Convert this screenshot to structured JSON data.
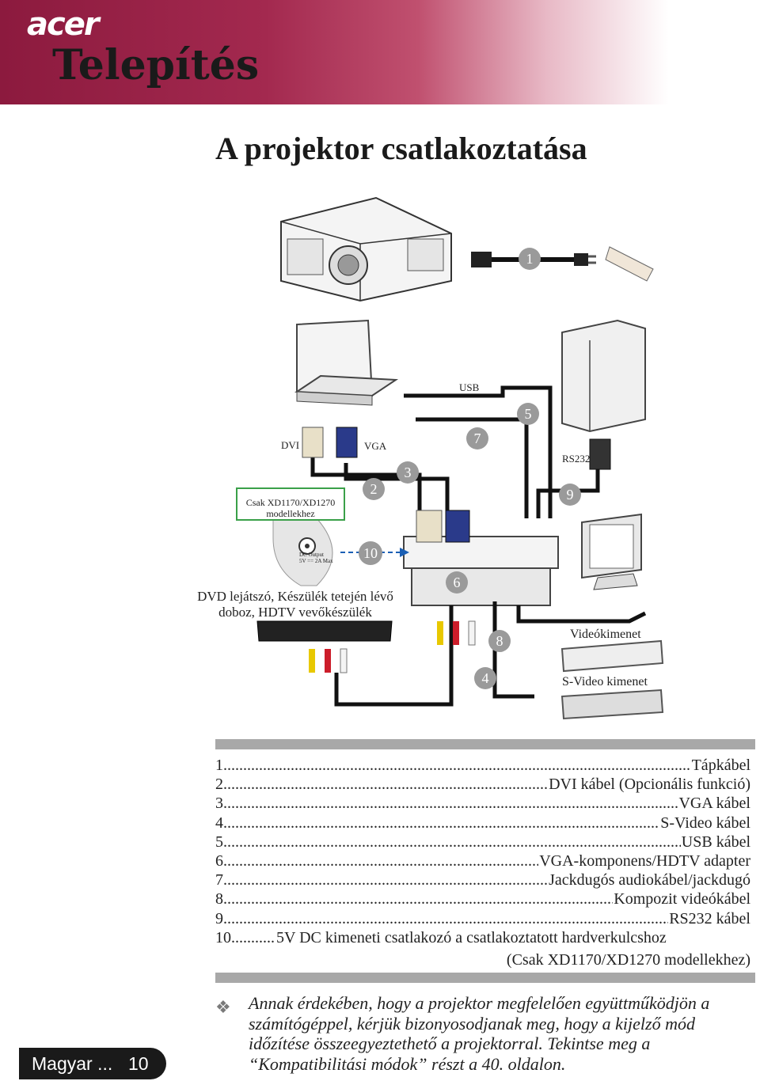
{
  "header": {
    "brand": "acer",
    "section": "Telepítés"
  },
  "page_title": "A projektor csatlakoztatása",
  "diagram": {
    "labels": {
      "usb": "USB",
      "dvi": "DVI",
      "vga": "VGA",
      "rs232": "RS232",
      "models_note_a": "Csak XD1170/XD1270",
      "models_note_b": "modellekhez",
      "dc_output_a": "DC Output",
      "dc_output_b": "5V == 2A Max",
      "dvd_a": "DVD lejátszó, Készülék tetején lévő",
      "dvd_b": "doboz, HDTV vevőkészülék",
      "video_out": "Videókimenet",
      "svideo_out": "S-Video kimenet"
    },
    "numbers": [
      "1",
      "2",
      "3",
      "4",
      "5",
      "6",
      "7",
      "8",
      "9",
      "10"
    ]
  },
  "legend": [
    {
      "num": "1",
      "text": "Tápkábel"
    },
    {
      "num": "2",
      "text": "DVI kábel (Opcionális funkció)"
    },
    {
      "num": "3",
      "text": "VGA kábel"
    },
    {
      "num": "4",
      "text": "S-Video kábel"
    },
    {
      "num": "5",
      "text": "USB kábel"
    },
    {
      "num": "6",
      "text": "VGA-komponens/HDTV adapter"
    },
    {
      "num": "7",
      "text": "Jackdugós audiokábel/jackdugó"
    },
    {
      "num": "8",
      "text": "Kompozit videókábel"
    },
    {
      "num": "9",
      "text": "RS232 kábel"
    },
    {
      "num": "10",
      "text": "5V DC kimeneti csatlakozó a csatlakoztatott hardverkulcshoz"
    }
  ],
  "legend_note": "(Csak XD1170/XD1270 modellekhez)",
  "note": "Annak érdekében, hogy a projektor megfelelően együttműködjön a számítógéppel, kérjük bizonyosodjanak meg, hogy a kijelző mód időzítése összeegyeztethető a projektorral. Tekintse meg a “Kompatibilitási módok” részt a 40. oldalon.",
  "footer": {
    "language": "Magyar ...",
    "page": "10"
  }
}
